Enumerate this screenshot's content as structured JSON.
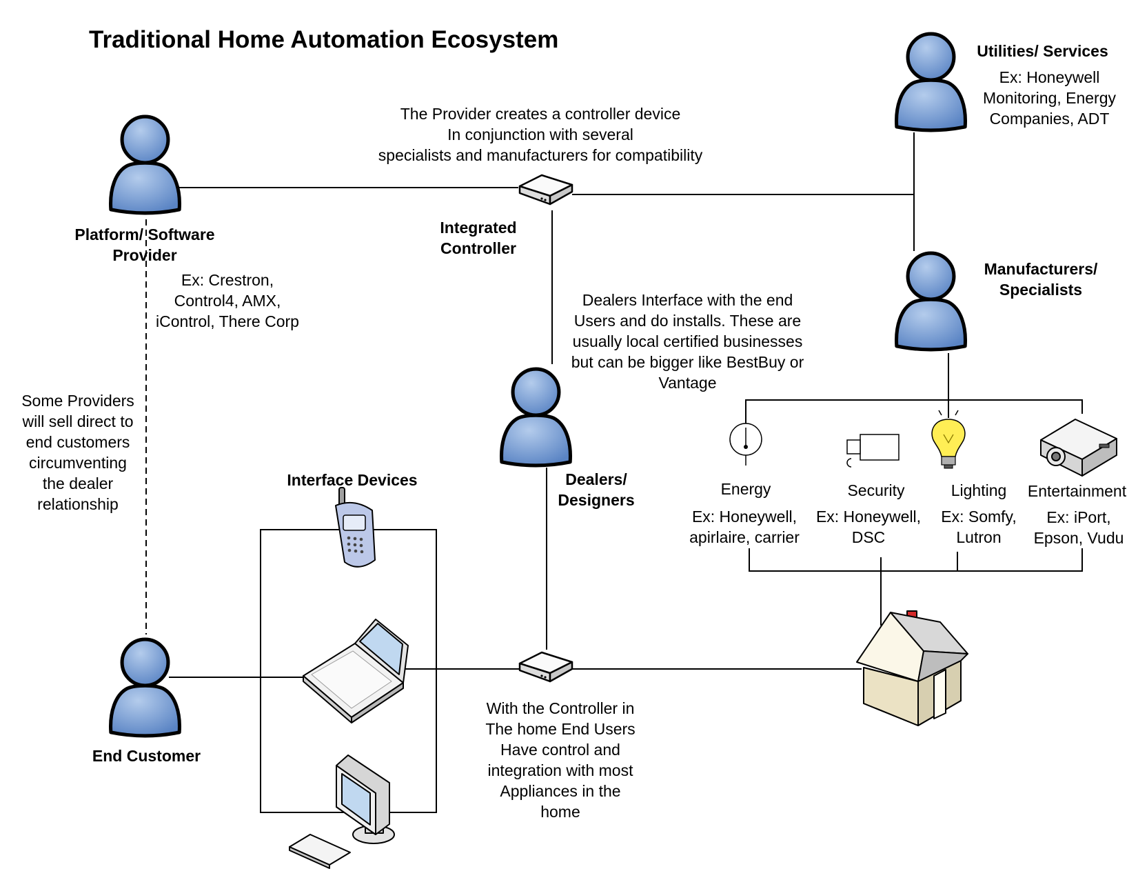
{
  "title": "Traditional Home Automation Ecosystem",
  "colors": {
    "person": "#7b9fd4",
    "line": "#000000",
    "device": "#f2f2f2",
    "bulb": "#ffee55",
    "roof": "#d8d8d8",
    "wall": "#f0ead0",
    "chimney": "#d42a2a"
  },
  "actors": {
    "provider": {
      "label": "Platform/ Software\nProvider",
      "examples": "Ex: Crestron,\nControl4, AMX,\niControl, There Corp"
    },
    "utilities": {
      "label": "Utilities/ Services",
      "examples": "Ex: Honeywell\nMonitoring, Energy\nCompanies, ADT"
    },
    "manufacturers": {
      "label": "Manufacturers/\nSpecialists"
    },
    "dealers": {
      "label": "Dealers/\nDesigners"
    },
    "customer": {
      "label": "End Customer"
    }
  },
  "controller": {
    "label": "Integrated\nController"
  },
  "notes": {
    "provider_controller": "The Provider creates a controller device\nIn conjunction with several\nspecialists and manufacturers for compatibility",
    "dealers": "Dealers Interface with the end\nUsers and do installs. These are\nusually local certified businesses\nbut can be bigger like BestBuy or\nVantage",
    "direct_sales": "Some Providers\nwill sell direct to\nend customers\ncircumventing\nthe dealer\nrelationship",
    "home_control": "With the Controller in\nThe home End Users\nHave control and\nintegration with most\nAppliances in the\nhome"
  },
  "interface_devices": {
    "label": "Interface Devices",
    "devices": [
      "mobile-phone-icon",
      "laptop-icon",
      "desktop-computer-icon"
    ]
  },
  "categories": [
    {
      "name": "Energy",
      "examples": "Ex: Honeywell,\napirlaire, carrier",
      "icon": "energy-meter-icon"
    },
    {
      "name": "Security",
      "examples": "Ex: Honeywell,\nDSC",
      "icon": "security-camera-icon"
    },
    {
      "name": "Lighting",
      "examples": "Ex: Somfy,\nLutron",
      "icon": "light-bulb-icon"
    },
    {
      "name": "Entertainment",
      "examples": "Ex: iPort,\nEpson, Vudu",
      "icon": "projector-icon"
    }
  ]
}
